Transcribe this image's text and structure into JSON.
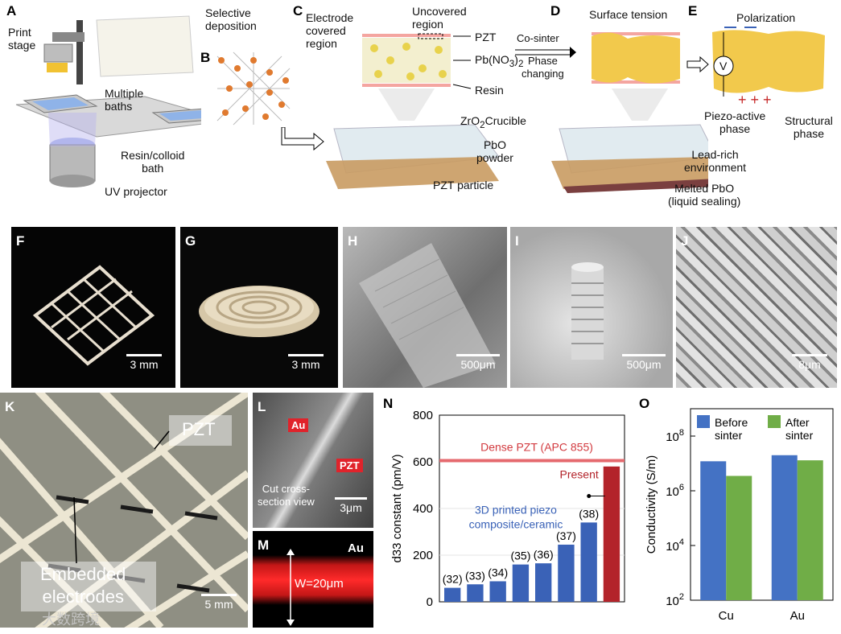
{
  "panels": {
    "A": {
      "letter": "A",
      "print_stage": "Print\nstage",
      "multiple_baths": "Multiple\nbaths",
      "resin_bath": "Resin/colloid\nbath",
      "uv_projector": "UV projector"
    },
    "B": {
      "letter": "B",
      "selective_deposition": "Selective\ndeposition"
    },
    "C": {
      "letter": "C",
      "electrode_covered": "Electrode\ncovered\nregion",
      "uncovered": "Uncovered\nregion",
      "pzt": "PZT",
      "pbno3": "Pb(NO",
      "pbno3_sub": "3",
      "pbno3_end": ")",
      "pbno3_sub2": "2",
      "resin": "Resin",
      "crucible": "ZrO",
      "crucible_sub": "2",
      "crucible_end": "Crucible",
      "pbo_powder": "PbO\npowder",
      "pzt_particle": "PZT particle",
      "cosinter": "Co-sinter",
      "phase_changing": "Phase\nchanging"
    },
    "D": {
      "letter": "D",
      "surface_tension": "Surface tension",
      "lead_rich": "Lead-rich\nenvironment",
      "melted_pbo": "Melted PbO\n(liquid sealing)"
    },
    "E": {
      "letter": "E",
      "polarization": "Polarization",
      "v": "V",
      "piezo_active": "Piezo-active\nphase",
      "structural": "Structural\nphase"
    },
    "F": {
      "letter": "F",
      "scale": "3 mm"
    },
    "G": {
      "letter": "G",
      "scale": "3 mm"
    },
    "H": {
      "letter": "H",
      "scale": "500μm"
    },
    "I": {
      "letter": "I",
      "scale": "500μm"
    },
    "J": {
      "letter": "J",
      "scale": "8μm"
    },
    "K": {
      "letter": "K",
      "pzt": "PZT",
      "embedded": "Embedded\nelectrodes",
      "scale": "5 mm"
    },
    "L": {
      "letter": "L",
      "au": "Au",
      "pzt": "PZT",
      "cut": "Cut cross-\nsection view",
      "scale": "3μm"
    },
    "M": {
      "letter": "M",
      "au": "Au",
      "width": "W=20μm"
    },
    "N": {
      "letter": "N"
    },
    "O": {
      "letter": "O"
    }
  },
  "watermark": "大数跨境",
  "chart_data": [
    {
      "type": "bar",
      "panel": "N",
      "ylabel": "d33 constant (pm/V)",
      "ylim": [
        0,
        800
      ],
      "yticks": [
        0,
        200,
        400,
        600,
        800
      ],
      "categories": [
        "(32)",
        "(33)",
        "(34)",
        "(35)",
        "(36)",
        "(37)",
        "(38)",
        "Present"
      ],
      "values": [
        60,
        75,
        88,
        160,
        165,
        245,
        340,
        580
      ],
      "colors": [
        "#3a62b7",
        "#3a62b7",
        "#3a62b7",
        "#3a62b7",
        "#3a62b7",
        "#3a62b7",
        "#3a62b7",
        "#b3232a"
      ],
      "reference_line": {
        "value": 605,
        "label": "Dense PZT (APC 855)",
        "color": "#e56a6f"
      },
      "annotations": [
        {
          "text": "Present",
          "color": "#b3232a"
        },
        {
          "text": "3D printed piezo\ncomposite/ceramic",
          "color": "#3a62b7"
        }
      ]
    },
    {
      "type": "bar",
      "panel": "O",
      "ylabel": "Conductivity (S/m)",
      "yscale": "log",
      "ylim": [
        100,
        1000000000
      ],
      "yticks": [
        "10^2",
        "10^4",
        "10^6",
        "10^8"
      ],
      "categories": [
        "Cu",
        "Au"
      ],
      "series": [
        {
          "name": "Before\nsinter",
          "color": "#4472c4",
          "values": [
            12000000,
            20000000
          ]
        },
        {
          "name": "After\nsinter",
          "color": "#70ad47",
          "values": [
            3500000,
            13000000
          ]
        }
      ]
    }
  ]
}
